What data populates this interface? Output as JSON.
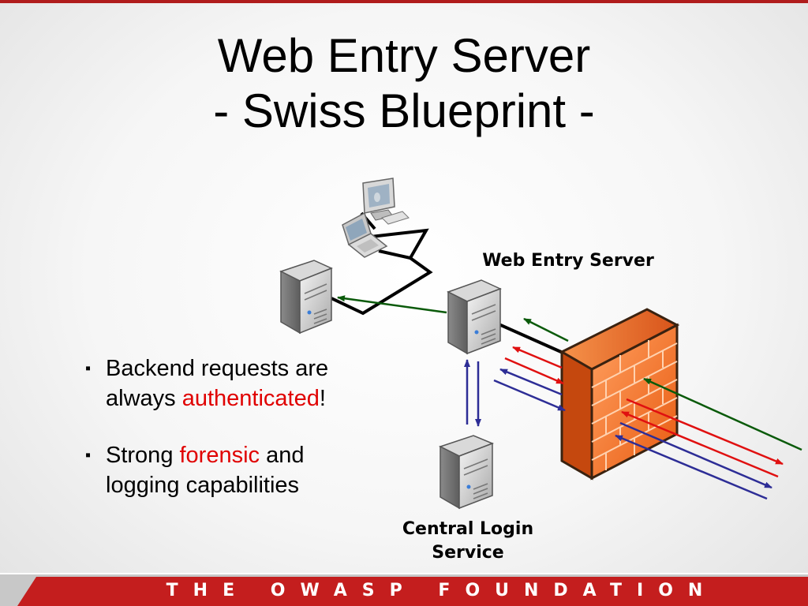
{
  "title": {
    "line1": "Web Entry Server",
    "line2": "- Swiss Blueprint -"
  },
  "bullets": [
    {
      "marker": "▪",
      "text_before": "Backend requests are",
      "line2_before": "always ",
      "highlight": "authenticated",
      "text_after": "!"
    },
    {
      "marker": "▪",
      "text_before": "Strong ",
      "highlight": "forensic",
      "text_after": " and",
      "line2_before": "logging capabilities"
    }
  ],
  "labels": {
    "web_entry_server": "Web Entry Server",
    "central_login": [
      "Central Login",
      "Service"
    ]
  },
  "footer": {
    "text": "THE OWASP FOUNDATION"
  },
  "colors": {
    "accent_red": "#b01c1c",
    "highlight_red": "#e00000",
    "arrow_green": "#0a5a0a",
    "arrow_red": "#e01010",
    "arrow_blue": "#2d2d96",
    "firewall_orange": "#f07828"
  },
  "icons": [
    "desktop-computer-icon",
    "laptop-icon",
    "server-icon",
    "firewall-icon"
  ]
}
